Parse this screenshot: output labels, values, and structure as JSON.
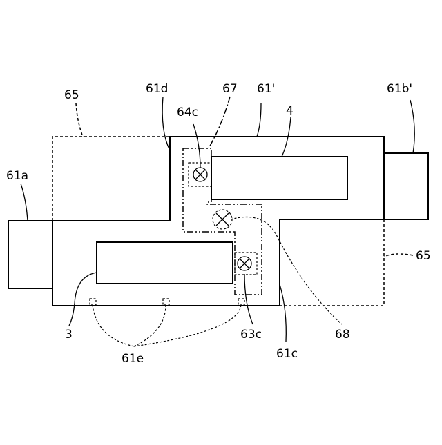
{
  "labels": {
    "l65_top": "65",
    "l61d": "61d",
    "l67": "67",
    "l61prime": "61'",
    "l61bprime": "61b'",
    "l64c": "64c",
    "l4": "4",
    "l61a": "61a",
    "l65_right": "65",
    "l3": "3",
    "l63c": "63c",
    "l68": "68",
    "l61c": "61c",
    "l61e": "61e"
  }
}
